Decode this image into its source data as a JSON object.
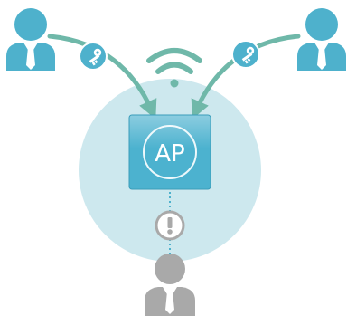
{
  "access_point": {
    "label": "AP",
    "icon": "access-point-box"
  },
  "wireless": {
    "icon": "wifi-icon"
  },
  "users": [
    {
      "role": "authorized",
      "icon": "user-icon",
      "credential_icon": "key-icon"
    },
    {
      "role": "authorized",
      "icon": "user-icon",
      "credential_icon": "key-icon"
    },
    {
      "role": "unauthorized",
      "icon": "user-icon",
      "status_icon": "warning-icon"
    }
  ],
  "colors": {
    "authorized_user": "#4eb1cc",
    "unauthorized_user": "#a9a9a9",
    "coverage_area": "#cde8ee",
    "ap_box": "#4cb2cf",
    "ap_box_top": "#8ccde0",
    "arrow": "#6fb8a9",
    "wifi": "#6fb8a9",
    "key_badge": "#4eb1cc",
    "warning_badge": "#a9a9a9",
    "dotted_link": "#4eb1cc"
  }
}
